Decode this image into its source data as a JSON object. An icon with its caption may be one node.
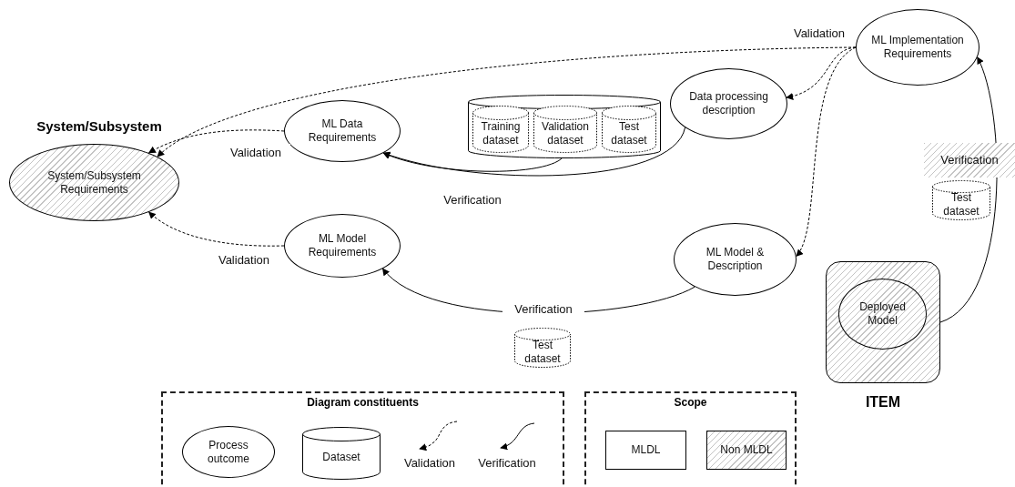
{
  "diagram": {
    "nodes": [
      {
        "text": [
          "System/Subsystem Requirements"
        ],
        "beside": [
          "System/Subsystem"
        ]
      },
      {
        "text": [
          "ML Data Requirements"
        ]
      },
      {
        "text": [],
        "shape": "cylinder"
      },
      {
        "text": [
          "Training dataset"
        ],
        "in": 2
      },
      {
        "text": [
          "Validation dataset"
        ],
        "in": 2
      },
      {
        "text": [
          "Test dataset"
        ],
        "in": 2
      },
      {
        "text": [
          "Data processing description"
        ]
      },
      {
        "text": [
          "ML Implementation Requirements"
        ]
      },
      {
        "text": [
          "ML Model Requirements"
        ]
      },
      {
        "text": [
          "ML Model & Description"
        ]
      },
      {
        "text": [
          "Test dataset"
        ]
      },
      {
        "text": [
          "Test dataset"
        ]
      },
      {
        "text": [],
        "shape": "box",
        "beside": [
          "ITEM"
        ]
      },
      {
        "text": [
          "Deployed Model"
        ],
        "in": 12
      },
      {
        "text": [
          "Diagram constituents"
        ]
      },
      {
        "text": [
          "Process outcome"
        ],
        "in": 14
      },
      {
        "text": [
          "Dataset"
        ],
        "in": 14
      },
      {
        "text": [
          "Scope"
        ]
      },
      {
        "text": [
          "MLDL"
        ],
        "in": 17
      },
      {
        "text": [
          "Non MLDL"
        ],
        "in": 17
      }
    ],
    "edges": [
      {
        "from": 1,
        "to": 0,
        "arrow": "to",
        "style": "dashed",
        "label": "Validation"
      },
      {
        "from": 7,
        "to": 0,
        "arrow": "to",
        "style": "dashed",
        "label": "Validation"
      },
      {
        "from": 8,
        "to": 0,
        "arrow": "to",
        "style": "dashed",
        "label": "Validation"
      },
      {
        "from": 7,
        "to": 6,
        "arrow": "to",
        "style": "dashed"
      },
      {
        "from": 7,
        "to": 9,
        "arrow": "to",
        "style": "dashed"
      },
      {
        "from": 4,
        "to": 1,
        "arrow": "to"
      },
      {
        "from": 6,
        "to": 1,
        "arrow": "to",
        "label": "Verification"
      },
      {
        "from": 9,
        "to": 8,
        "arrow": "to",
        "label": "Verification"
      },
      {
        "from": 12,
        "to": 7,
        "arrow": "to",
        "label": "Verification"
      }
    ],
    "legend": [
      {
        "text": "Validation"
      },
      {
        "text": "Verification"
      }
    ]
  }
}
